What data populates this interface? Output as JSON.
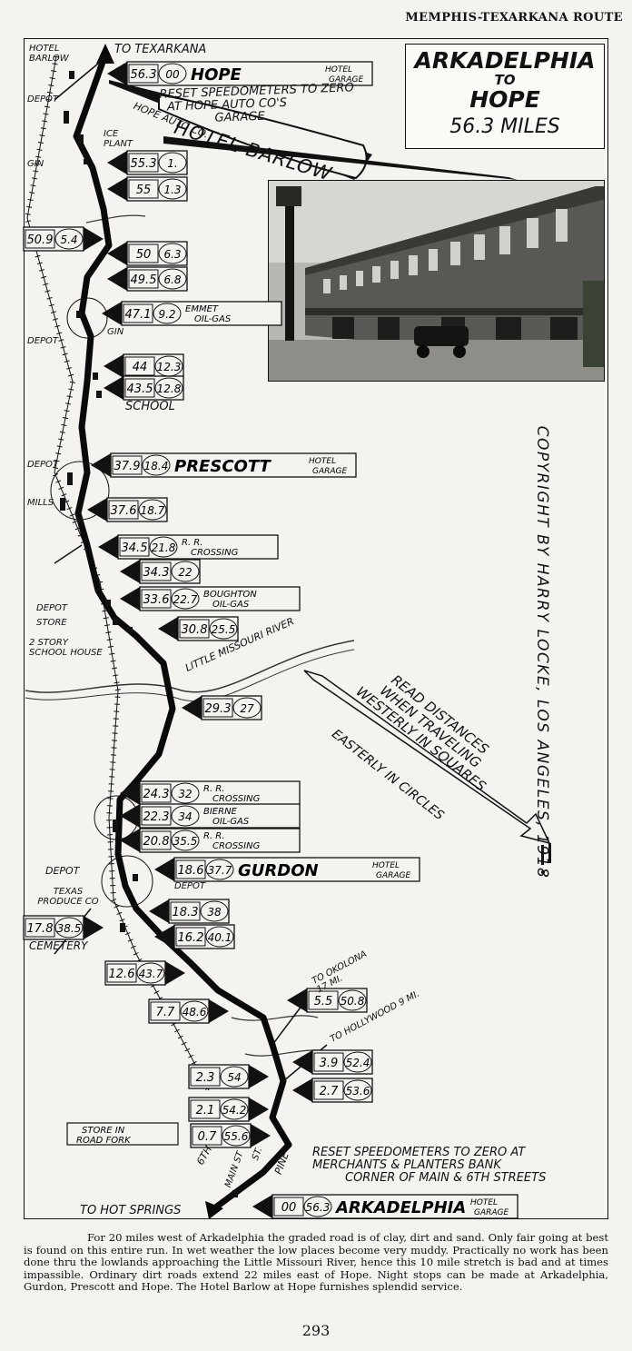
{
  "header": {
    "route": "MEMPHIS-TEXARKANA ROUTE"
  },
  "title": {
    "from": "ARKADELPHIA",
    "to_word": "TO",
    "to": "HOPE",
    "distance": "56.3 MILES"
  },
  "destinations": {
    "north": "TO TEXARKANA",
    "south": "TO HOT SPRINGS",
    "okolona": [
      "TO OKOLONA",
      "17 MI."
    ],
    "hollywood": "TO HOLLYWOOD 9 MI."
  },
  "notes": {
    "reset_hope": [
      "RESET SPEEDOMETERS TO ZERO",
      "AT HOPE AUTO CO'S",
      "GARAGE"
    ],
    "reset_arkadelphia": [
      "RESET SPEEDOMETERS TO ZERO AT",
      "MERCHANTS & PLANTERS BANK",
      "CORNER OF MAIN & 6TH STREETS"
    ],
    "read_distances": [
      "READ DISTANCES",
      "WHEN TRAVELING",
      "WESTERLY IN SQUARES"
    ],
    "easterly": "EASTERLY IN CIRCLES",
    "hotel_barlow_banner": "HOTEL BARLOW",
    "hope_auto": "HOPE AUTO CO."
  },
  "copyright": "COPYRIGHT BY HARRY LOCKE, LOS ANGELES, 1918",
  "river": "LITTLE MISSOURI RIVER",
  "landmarks": {
    "hotel_barlow": "HOTEL BARLOW",
    "depot": "DEPOT",
    "ice_plant": [
      "ICE",
      "PLANT"
    ],
    "gin": "GIN",
    "school": "SCHOOL",
    "mills": "MILLS",
    "store": "STORE",
    "school_house": [
      "2 STORY",
      "SCHOOL HOUSE"
    ],
    "texas_produce": [
      "TEXAS",
      "PRODUCE CO"
    ],
    "cemetery": "CEMETERY",
    "store_in_road_fork": [
      "STORE IN",
      "ROAD FORK"
    ],
    "sixth": "6TH",
    "main_st": "MAIN ST",
    "st": "ST.",
    "pine": "PINE"
  },
  "mileposts": [
    {
      "w": "56.3",
      "e": "00",
      "town": "HOPE",
      "note": [
        "HOTEL",
        "GARAGE"
      ]
    },
    {
      "w": "55.3",
      "e": "1."
    },
    {
      "w": "55",
      "e": "1.3"
    },
    {
      "w": "50.9",
      "e": "5.4"
    },
    {
      "w": "50",
      "e": "6.3"
    },
    {
      "w": "49.5",
      "e": "6.8"
    },
    {
      "w": "47.1",
      "e": "9.2",
      "note": [
        "EMMET",
        "OIL-GAS"
      ]
    },
    {
      "w": "44",
      "e": "12.3"
    },
    {
      "w": "43.5",
      "e": "12.8"
    },
    {
      "w": "37.9",
      "e": "18.4",
      "town": "PRESCOTT",
      "note": [
        "HOTEL",
        "GARAGE"
      ]
    },
    {
      "w": "37.6",
      "e": "18.7"
    },
    {
      "w": "34.5",
      "e": "21.8",
      "note": [
        "R. R.",
        "CROSSING"
      ]
    },
    {
      "w": "34.3",
      "e": "22"
    },
    {
      "w": "33.6",
      "e": "22.7",
      "note": [
        "BOUGHTON",
        "OIL-GAS"
      ]
    },
    {
      "w": "30.8",
      "e": "25.5"
    },
    {
      "w": "29.3",
      "e": "27"
    },
    {
      "w": "24.3",
      "e": "32",
      "note": [
        "R. R.",
        "CROSSING"
      ]
    },
    {
      "w": "22.3",
      "e": "34",
      "note": [
        "BIERNE",
        "OIL-GAS"
      ]
    },
    {
      "w": "20.8",
      "e": "35.5",
      "note": [
        "R. R.",
        "CROSSING"
      ]
    },
    {
      "w": "18.6",
      "e": "37.7",
      "town": "GURDON",
      "note": [
        "HOTEL",
        "GARAGE"
      ]
    },
    {
      "w": "18.3",
      "e": "38"
    },
    {
      "w": "17.8",
      "e": "38.5"
    },
    {
      "w": "16.2",
      "e": "40.1"
    },
    {
      "w": "12.6",
      "e": "43.7"
    },
    {
      "w": "7.7",
      "e": "48.6"
    },
    {
      "w": "5.5",
      "e": "50.8"
    },
    {
      "w": "3.9",
      "e": "52.4"
    },
    {
      "w": "2.7",
      "e": "53.6"
    },
    {
      "w": "2.3",
      "e": "54"
    },
    {
      "w": "2.1",
      "e": "54.2"
    },
    {
      "w": "0.7",
      "e": "55.6"
    },
    {
      "w": "00",
      "e": "56.3",
      "town": "ARKADELPHIA",
      "note": [
        "HOTEL",
        "GARAGE"
      ]
    }
  ],
  "footnote": "For 20 miles west of Arkadelphia the graded road is of clay, dirt and sand. Only fair going at best is found on this entire run. In wet weather the low places become very muddy. Practically no work has been done thru the lowlands approaching the Little Missouri River, hence this 10 mile stretch is bad and at times impassible. Ordinary dirt roads extend 22 miles east of Hope. Night stops can be made at Arkadelphia, Gurdon, Prescott and Hope. The Hotel Barlow at Hope furnishes splendid service.",
  "page_number": "293"
}
